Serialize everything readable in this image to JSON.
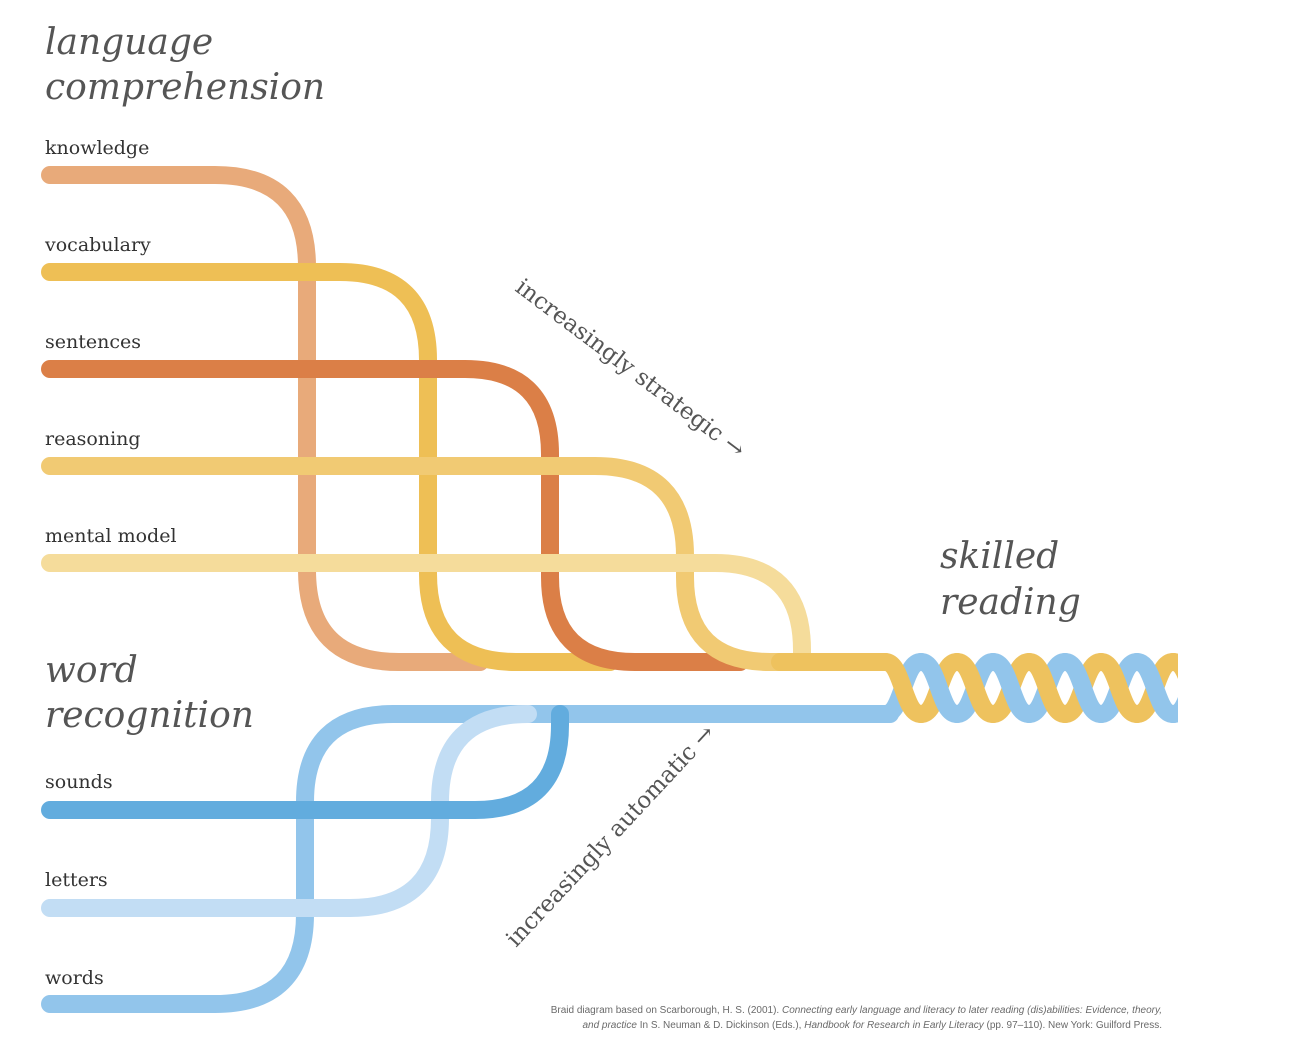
{
  "headings": {
    "language_comprehension": [
      "language",
      "comprehension"
    ],
    "word_recognition": [
      "word",
      "recognition"
    ],
    "skilled_reading": [
      "skilled",
      "reading"
    ]
  },
  "strands": {
    "knowledge": {
      "label": "knowledge",
      "color": "#E8AA7A"
    },
    "vocabulary": {
      "label": "vocabulary",
      "color": "#EEBF55"
    },
    "sentences": {
      "label": "sentences",
      "color": "#DB7F47"
    },
    "reasoning": {
      "label": "reasoning",
      "color": "#F1CA73"
    },
    "mental_model": {
      "label": "mental model",
      "color": "#F5DC9B"
    },
    "sounds": {
      "label": "sounds",
      "color": "#62ACDE"
    },
    "letters": {
      "label": "letters",
      "color": "#C2DDF4"
    },
    "words": {
      "label": "words",
      "color": "#92C5EB"
    }
  },
  "braid_colors": {
    "comprehension_rope": "#EEC25E",
    "recognition_rope": "#92C5EB"
  },
  "arrows": {
    "strategic": "increasingly strategic →",
    "automatic": "increasingly automatic →"
  },
  "citation": {
    "line1_a": "Braid diagram based on Scarborough, H. S. (2001). ",
    "line1_b": "Connecting early language and literacy to later reading (dis)abilities: Evidence, theory,",
    "line2_a": "and practice",
    "line2_b": " In S. Neuman & D. Dickinson (Eds.), ",
    "line2_c": "Handbook for Research in Early Literacy",
    "line2_d": " (pp. 97–110). New York: Guilford Press."
  }
}
